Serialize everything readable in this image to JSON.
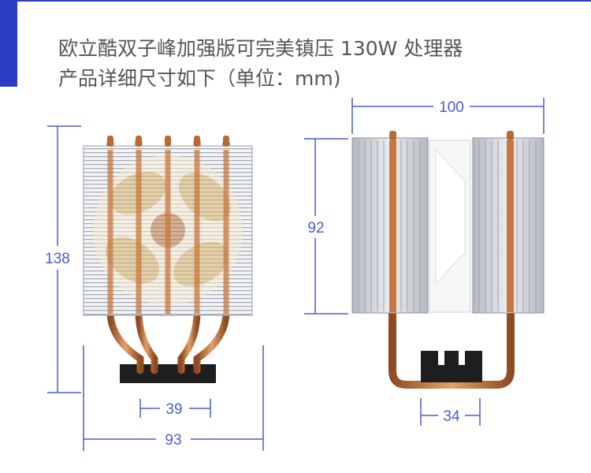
{
  "header": {
    "title_line1": "欧立酷双子峰加强版可完美镇压 130W 处理器",
    "title_line2": "产品详细尺寸如下（单位：mm)"
  },
  "dimensions": {
    "height": "138",
    "bottom_width": "93",
    "base_width": "39",
    "top_width": "100",
    "fin_height": "92",
    "side_base_width": "34"
  },
  "colors": {
    "accent": "#2b3bc4",
    "dimension_line": "#4a5bd0",
    "copper": "#c8773f",
    "fin": "#cfd2d8",
    "base": "#1e1e1e"
  }
}
